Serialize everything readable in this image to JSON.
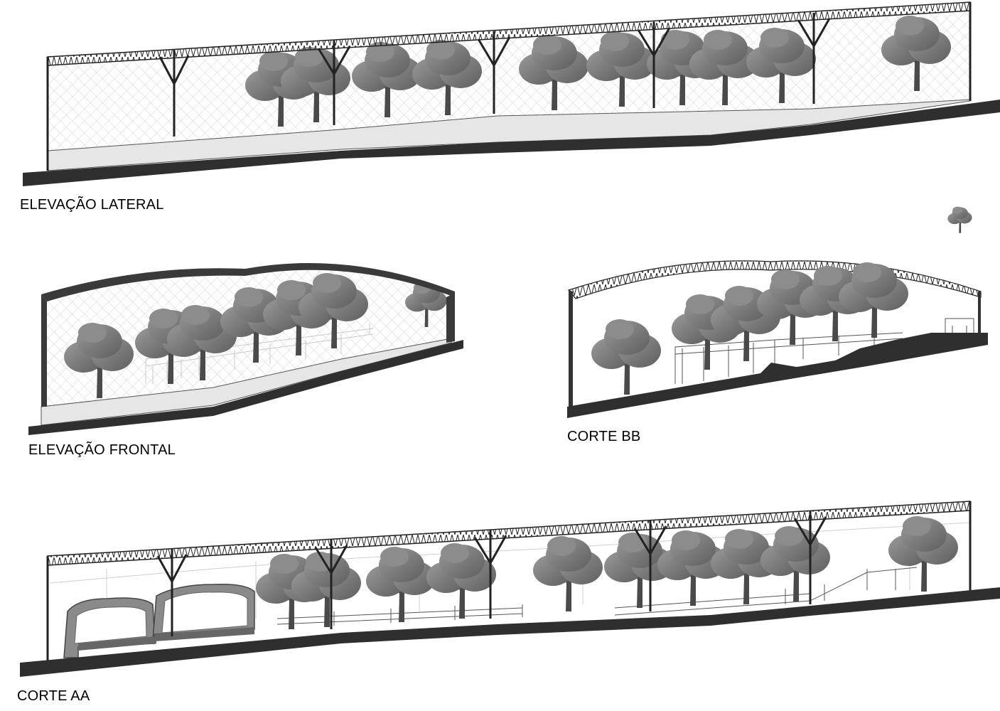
{
  "drawings": [
    {
      "id": "elevacao-lateral",
      "caption": "ELEVAÇÃO LATERAL"
    },
    {
      "id": "elevacao-frontal",
      "caption": "ELEVAÇÃO FRONTAL"
    },
    {
      "id": "corte-bb",
      "caption": "CORTE BB"
    },
    {
      "id": "corte-aa",
      "caption": "CORTE AA"
    }
  ],
  "colors": {
    "ground": "#2f2f2f",
    "steel": "#333333",
    "wall": "#e6e6e6",
    "tree_dark": "#6a6a6a",
    "tree_light": "#a4a4a4",
    "mesh": "#bdbdbd",
    "cave": "#8a8a8a"
  },
  "icons": {
    "tree": "tree-icon",
    "truss": "truss-icon",
    "mesh": "mesh-icon"
  }
}
